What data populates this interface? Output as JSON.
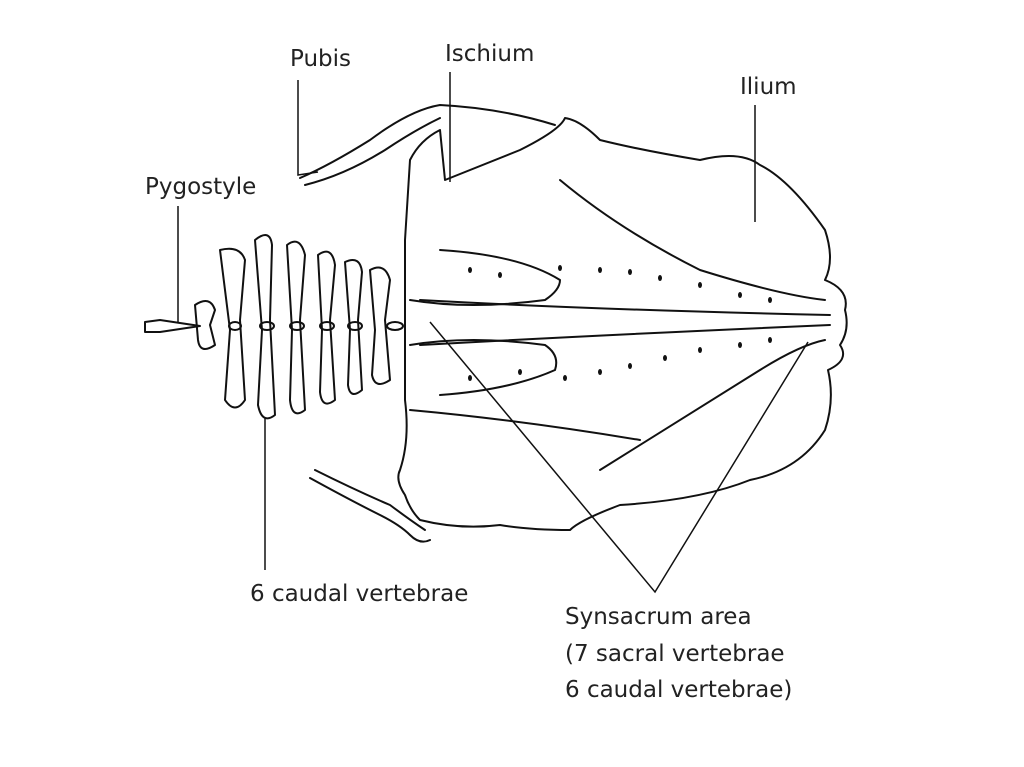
{
  "labels": {
    "pubis": "Pubis",
    "ischium": "Ischium",
    "ilium": "Ilium",
    "pygostyle": "Pygostyle",
    "caudal": "6 caudal vertebrae",
    "synsacrum_line1": "Synsacrum area",
    "synsacrum_line2": "(7 sacral vertebrae",
    "synsacrum_line3": "6 caudal vertebrae)"
  }
}
